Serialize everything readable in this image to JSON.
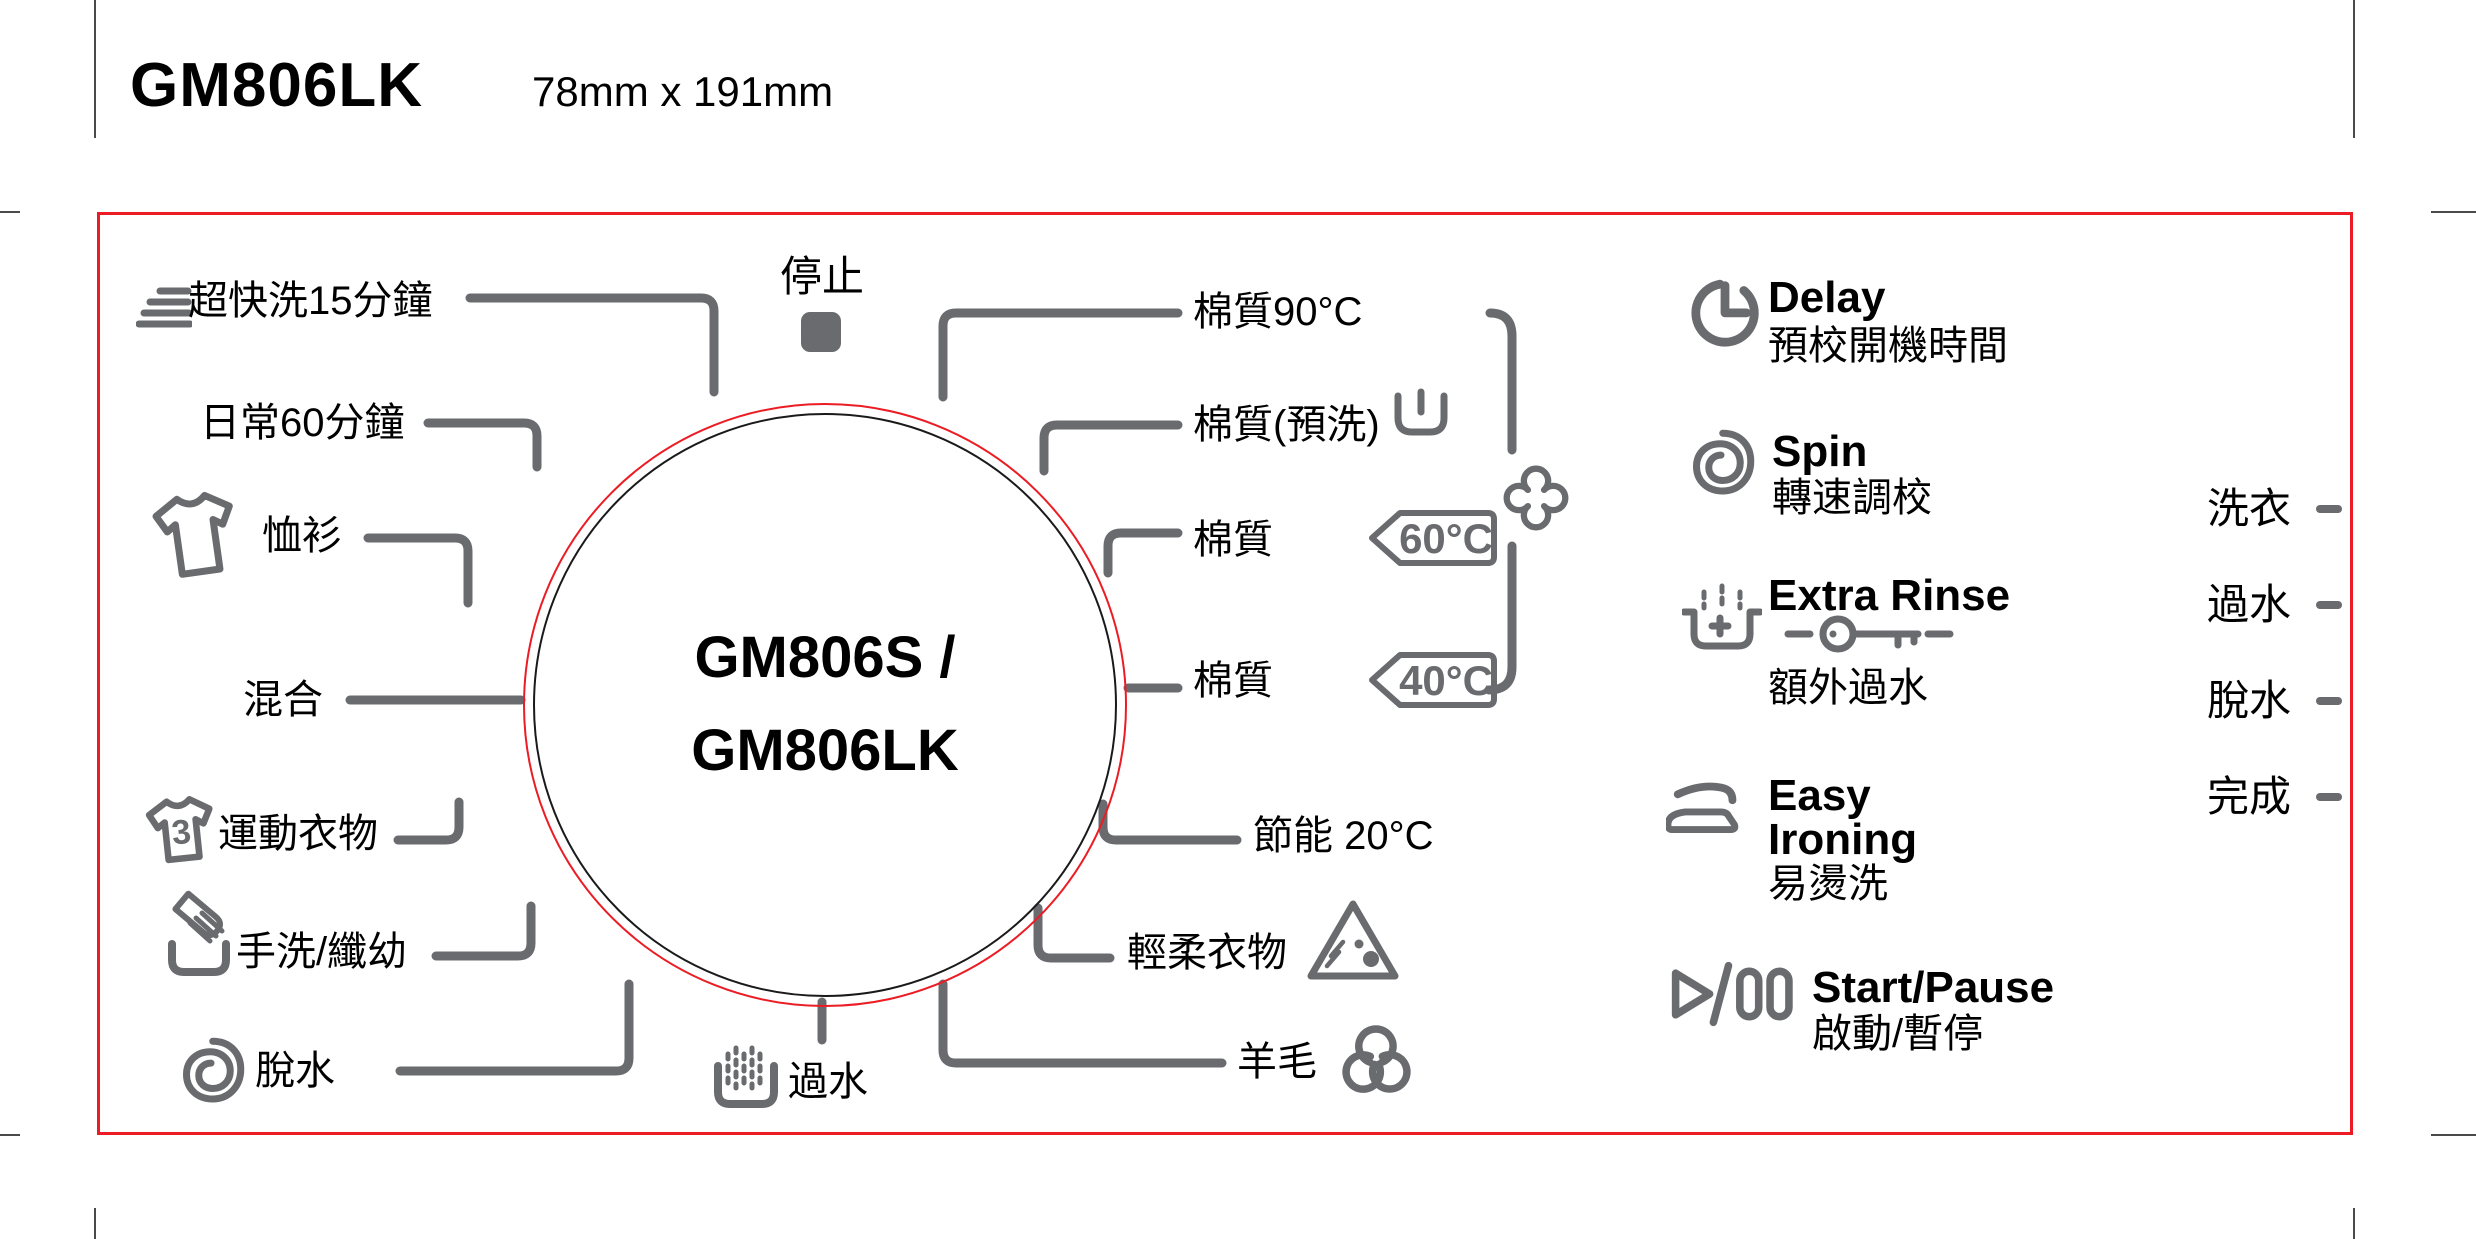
{
  "header": {
    "model": "GM806LK",
    "dimensions": "78mm x 191mm"
  },
  "colors": {
    "accent_red": "#EC1C24",
    "icon_gray": "#6A6B6E",
    "text_black": "#000000"
  },
  "panel": {
    "dial": {
      "line1": "GM806S /",
      "line2": "GM806LK",
      "stop_label": "停止",
      "rinse_label": "過水"
    },
    "programs_left": [
      {
        "label": "超快洗15分鐘",
        "icon": "quick-wash-icon"
      },
      {
        "label": "日常60分鐘"
      },
      {
        "label": "恤衫",
        "icon": "shirt-icon"
      },
      {
        "label": "混合"
      },
      {
        "label": "運動衣物",
        "icon": "sportswear-shirt-icon"
      },
      {
        "label": "手洗/纖幼",
        "icon": "handwash-icon"
      },
      {
        "label": "脫水",
        "icon": "spin-spiral-icon"
      }
    ],
    "programs_right": [
      {
        "label": "棉質90°C"
      },
      {
        "label": "棉質(預洗)",
        "icon": "prewash-tub-icon"
      },
      {
        "label": "棉質",
        "temp": "60°C"
      },
      {
        "label": "棉質",
        "temp": "40°C"
      },
      {
        "label": "節能 20°C"
      },
      {
        "label": "輕柔衣物",
        "icon": "delicates-triangle-icon"
      },
      {
        "label": "羊毛",
        "icon": "wool-icon"
      }
    ],
    "cotton_group_icon": "cotton-flower-icon",
    "options": [
      {
        "en": "Delay",
        "zh": "預校開機時間",
        "icon": "delay-timer-icon"
      },
      {
        "en": "Spin",
        "zh": "轉速調校",
        "icon": "spin-speed-icon"
      },
      {
        "en": "Extra Rinse",
        "zh": "額外過水",
        "icon": "extra-rinse-icon",
        "sub_icon": "key-lock-icon"
      },
      {
        "en": "Easy",
        "en2": "Ironing",
        "zh": "易燙洗",
        "icon": "iron-icon"
      },
      {
        "en": "Start/Pause",
        "zh": "啟動/暫停",
        "icon": "start-pause-icon"
      }
    ],
    "status_leds": [
      {
        "label": "洗衣"
      },
      {
        "label": "過水"
      },
      {
        "label": "脫水"
      },
      {
        "label": "完成"
      }
    ]
  }
}
